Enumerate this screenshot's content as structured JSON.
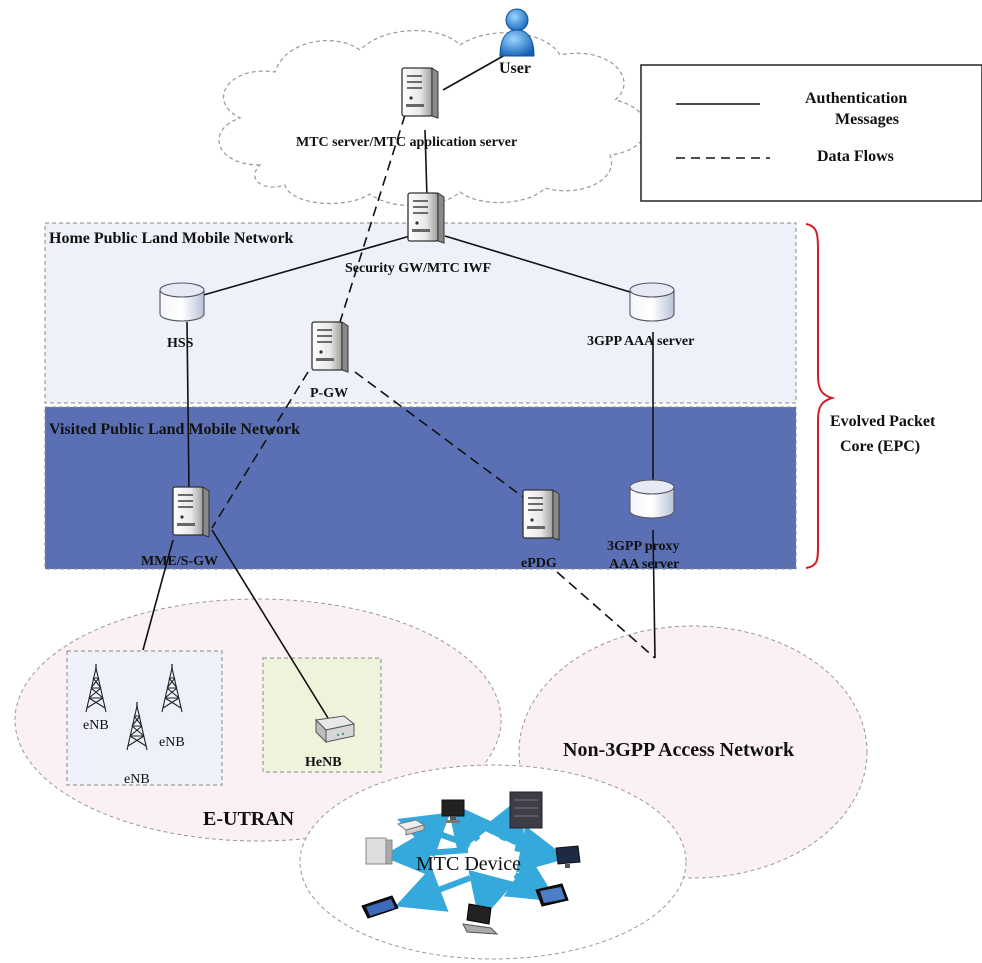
{
  "legend": {
    "solid_label_line1": "Authentication",
    "solid_label_line2": "Messages",
    "dashed_label": "Data Flows"
  },
  "nodes": {
    "user": "User",
    "mtc_server": "MTC server/MTC application  server",
    "security_gw": "Security GW/MTC IWF",
    "hss": "HSS",
    "pgw": "P-GW",
    "aaa": "3GPP AAA server",
    "mme": "MME/S-GW",
    "epdg": "ePDG",
    "proxy_aaa_line1": "3GPP proxy",
    "proxy_aaa_line2": "AAA server",
    "enb1": "eNB",
    "enb2": "eNB",
    "enb3": "eNB",
    "henb": "HeNB",
    "mtc_device": "MTC Device"
  },
  "regions": {
    "hplmn": "Home Public Land Mobile Network",
    "vplmn": "Visited Public Land Mobile Network",
    "epc_line1": "Evolved Packet",
    "epc_line2": "Core (EPC)",
    "eutran": "E-UTRAN",
    "non3gpp": "Non-3GPP Access Network"
  },
  "colors": {
    "hplmn_fill": "#eef1f9",
    "vplmn_fill": "#5b70b4",
    "epc_brace": "#d0202a",
    "arrow": "#35a8dc",
    "cylinder": "#c7d2ea",
    "enb_box": "#eef1f9",
    "henb_box": "#eef3dc",
    "ellipse_fill": "#fbf1f4"
  }
}
